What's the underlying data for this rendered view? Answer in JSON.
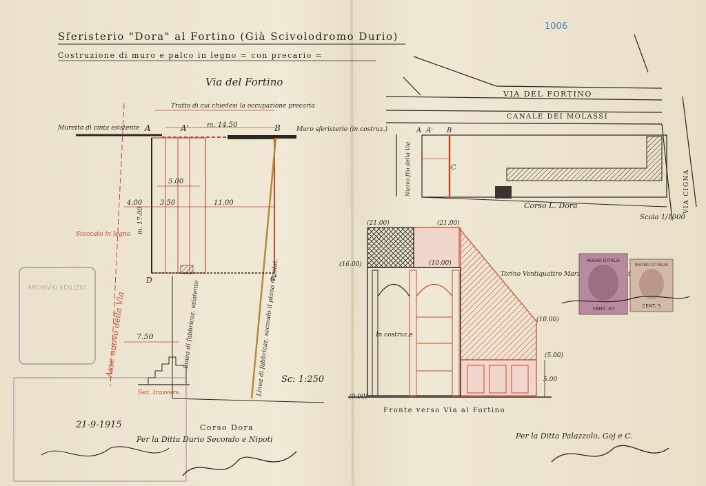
{
  "document": {
    "title": "Sferisterio \"Dora\" al Fortino (Già Scivolodromo Durio)",
    "subtitle": "Costruzione di muro e palco in legno = con precario =",
    "archive_number": "1006",
    "street_top": "Via del Fortino",
    "date": "21-9-1915",
    "scale_section": "Sc: 1:250",
    "scale_map": "Scala 1/1000",
    "front_caption": "Fronte verso Via al Fortino",
    "signature_left_title": "Corso Dora",
    "signature_left_line": "Per la Ditta Durio Secondo e Nipoti",
    "signature_right_line": "Per la Ditta Palazzolo, Goj e C.",
    "handwritten_note": "Torino Ventiquattro Marzo Millenovecentoquindici"
  },
  "plan": {
    "label_A": "A",
    "label_A1": "A'",
    "label_B": "B",
    "label_C": "C",
    "label_D": "D",
    "label_wall_left": "Muretto di cinta esistente",
    "label_wall_right": "Muro sferisterio (in costruz.)",
    "label_request": "Tratto di cui chiedesi la occupazione precaria",
    "dim_total": "m. 14.50",
    "dim_5": "5.00",
    "dim_350": "3.50",
    "dim_400": "4.00",
    "dim_1100": "11.00",
    "dim_1700": "m. 17.00",
    "dim_750": "7.50",
    "steccato": "Steccato in legno",
    "asse": "Asse nuovo della Via",
    "linea_fabb": "Linea di fabbricaz. secondo il piano regolat.",
    "linea_fabb2": "Linea di fabbricaz. esistente",
    "sezione": "Sez. trasvers."
  },
  "map": {
    "via_fortino": "VIA DEL FORTINO",
    "canale": "CANALE DEI MOLASSI",
    "corso_dora": "Corso L. Dora",
    "via_ciriana": "VIA CIGNA",
    "nuovo_filo": "Nuovo filo della Via",
    "label_A": "A",
    "label_A1": "A'",
    "label_B": "B",
    "label_C": "C"
  },
  "elevation": {
    "h21a": "(21.00)",
    "h21b": "(21.00)",
    "h16": "(16.00)",
    "h10a": "(10.00)",
    "h10b": "(10.00)",
    "h5": "(5.00)",
    "h0": "(0.00)",
    "dim5": "5.00",
    "costruz": "In costruz.e"
  },
  "stamps": {
    "stamp1_top": "REGNO D'ITALIA",
    "stamp1_value": "CENT. 30",
    "stamp2_top": "REGNO D'ITALIA",
    "stamp2_value": "CENT. 5",
    "archive_stamp": "ARCHIVIO EDILIZIO"
  },
  "colors": {
    "paper": "#efe7d2",
    "ink": "#2a2620",
    "red_ink": "#c8472c",
    "blue_pencil": "#4a7fb5"
  }
}
